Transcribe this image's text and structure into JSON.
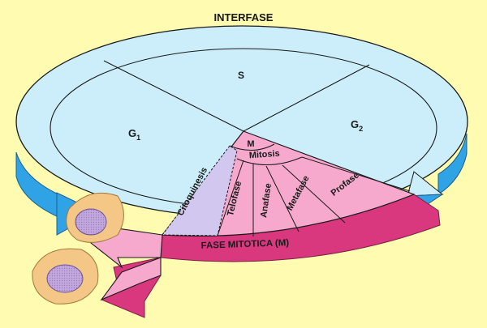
{
  "title": "INTERFASE",
  "interphase": {
    "s_label": "S",
    "g1_label": "G",
    "g1_sub": "1",
    "g2_label": "G",
    "g2_sub": "2"
  },
  "mitotic": {
    "m_label": "M",
    "mitosis_label": "Mitosis",
    "cytokinesis_label": "Citoquinesis",
    "telophase_label": "Telofase",
    "anaphase_label": "Anafase",
    "metaphase_label": "Metafase",
    "prophase_label": "Profase",
    "arrow_label": "FASE MITOTICA (M)"
  },
  "colors": {
    "background": "#fffcb2",
    "interphase_fill": "#cbeefa",
    "interphase_side": "#2fa3e6",
    "mitotic_fill": "#f7a9cd",
    "mitotic_side": "#d9387f",
    "cytokinesis_fill": "#d2c7ef",
    "cell_body": "#f4c787",
    "nucleus": "#c3a8dd"
  }
}
